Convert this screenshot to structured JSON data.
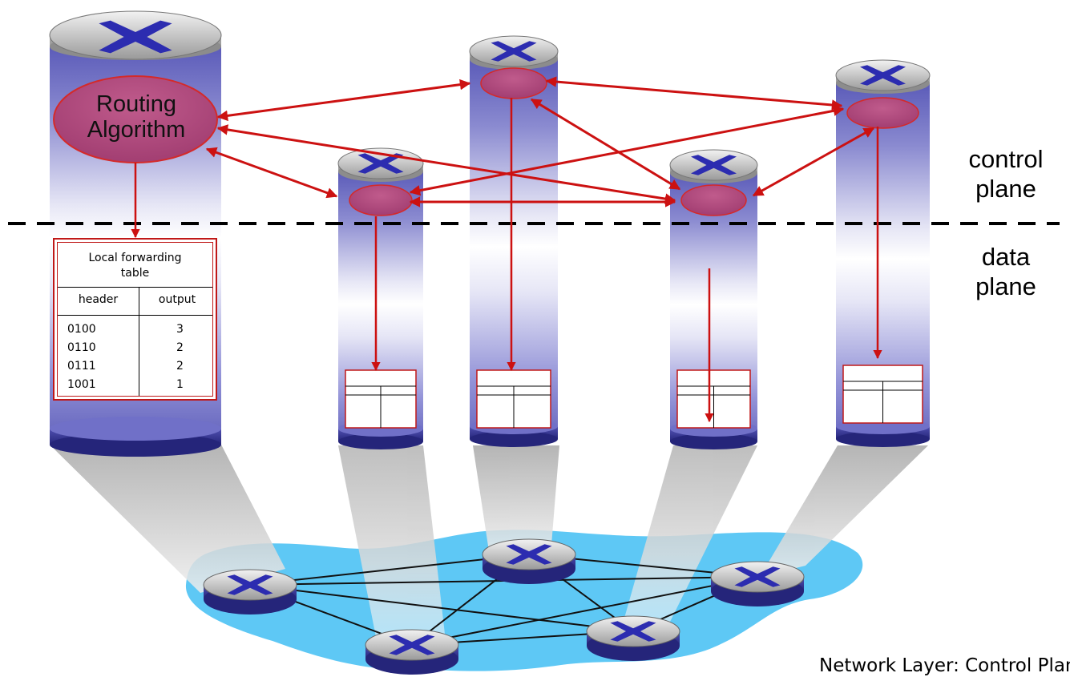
{
  "control_plane_label": "control\nplane",
  "data_plane_label": "data\nplane",
  "routing_algorithm_label": "Routing\nAlgorithm",
  "forwarding_table": {
    "title": "Local forwarding\ntable",
    "col_header": "header",
    "col_output": "output",
    "rows": [
      {
        "header": "0100",
        "output": "3"
      },
      {
        "header": "0110",
        "output": "2"
      },
      {
        "header": "0111",
        "output": "2"
      },
      {
        "header": "1001",
        "output": "1"
      }
    ]
  },
  "footer": "Network Layer: Control Plane",
  "colors": {
    "arrow": "#cc1111",
    "router_blue": "#3a3aa0",
    "network_cloud": "#5ec8f5",
    "dashed_line": "#000000"
  },
  "icons": [
    "router-icon",
    "routing-algorithm-ellipse",
    "network-cloud"
  ]
}
